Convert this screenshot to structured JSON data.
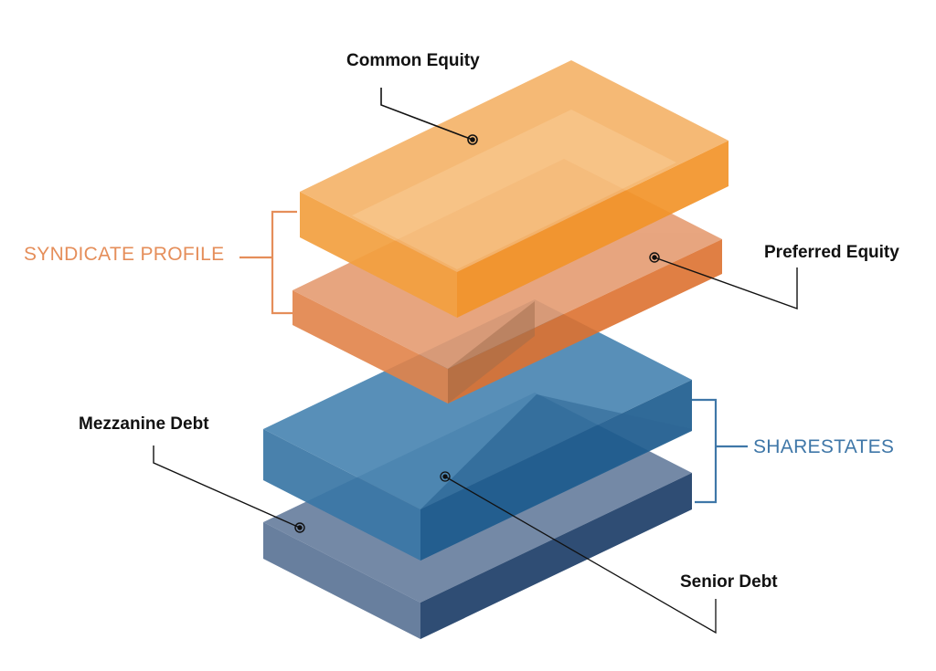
{
  "diagram": {
    "type": "exploded-isometric-capital-stack",
    "layers": [
      {
        "id": "common-equity",
        "label": "Common Equity",
        "order": 1,
        "color": "#F39A2E"
      },
      {
        "id": "preferred-equity",
        "label": "Preferred Equity",
        "order": 2,
        "color": "#E3854A"
      },
      {
        "id": "mezzanine-debt",
        "label": "Mezzanine Debt",
        "order": 3,
        "color": "#3D7BAA"
      },
      {
        "id": "senior-debt",
        "label": "Senior Debt",
        "order": 4,
        "color": "#4F6E94"
      }
    ],
    "groups": [
      {
        "id": "syndicate-profile",
        "label": "SYNDICATE PROFILE",
        "color": "#E58E5A",
        "covers": [
          "common-equity",
          "preferred-equity"
        ]
      },
      {
        "id": "sharestates",
        "label": "SHARESTATES",
        "color": "#3F77A8",
        "covers": [
          "mezzanine-debt",
          "senior-debt"
        ]
      }
    ]
  }
}
